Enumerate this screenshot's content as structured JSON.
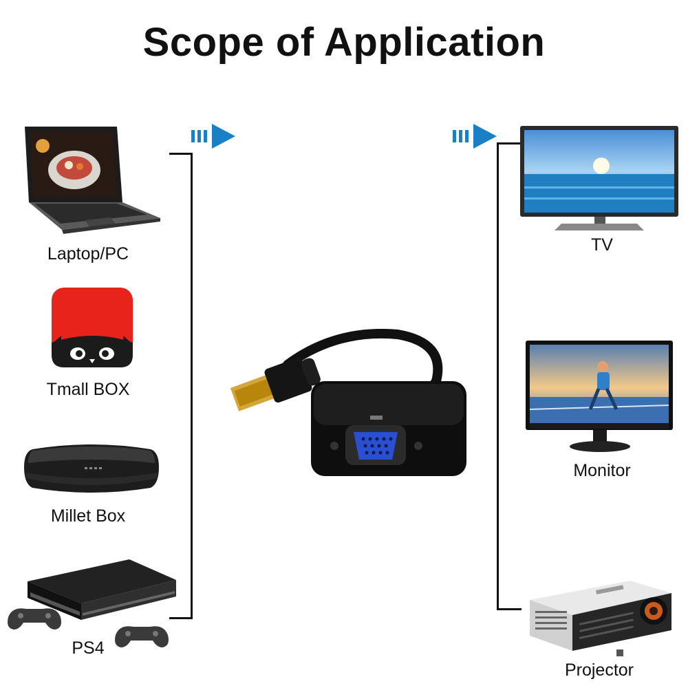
{
  "title": "Scope of Application",
  "sources": [
    {
      "label": "Laptop/PC",
      "icon": "laptop-icon"
    },
    {
      "label": "Tmall BOX",
      "icon": "tmall-box-icon"
    },
    {
      "label": "Millet Box",
      "icon": "millet-box-icon"
    },
    {
      "label": "PS4",
      "icon": "ps4-console-icon"
    }
  ],
  "displays": [
    {
      "label": "TV",
      "icon": "tv-icon"
    },
    {
      "label": "Monitor",
      "icon": "monitor-icon"
    },
    {
      "label": "Projector",
      "icon": "projector-icon"
    }
  ],
  "center_product": "hdmi-to-vga-adapter-icon",
  "colors": {
    "arrow": "#1a7fc4",
    "bracket": "#111111",
    "tmall_red": "#e8231b"
  }
}
